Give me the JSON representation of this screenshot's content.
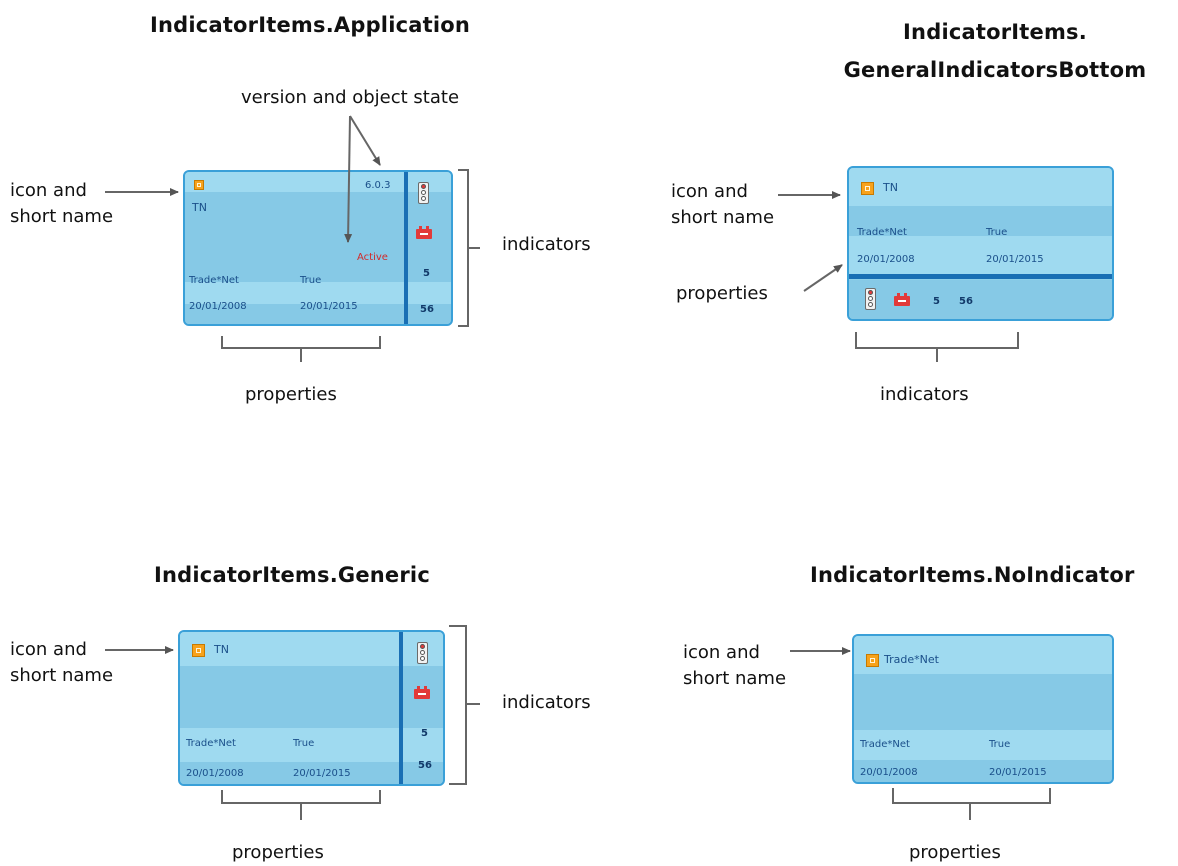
{
  "titles": {
    "application": "IndicatorItems.Application",
    "bottom_line1": "IndicatorItems.",
    "bottom_line2": "GeneralIndicatorsBottom",
    "generic": "IndicatorItems.Generic",
    "noindicator": "IndicatorItems.NoIndicator"
  },
  "annotations": {
    "version_state": "version and object state",
    "icon_line1": "icon and",
    "icon_line2": "short name",
    "indicators": "indicators",
    "properties": "properties"
  },
  "cards": {
    "application": {
      "short_name": "TN",
      "version": "6.0.3",
      "state": "Active",
      "prop1_name": "Trade*Net",
      "prop1_value": "20/01/2008",
      "prop2_name": "True",
      "prop2_value": "20/01/2015",
      "ind_num1": "5",
      "ind_num2": "56"
    },
    "bottom": {
      "short_name": "TN",
      "prop1_name": "Trade*Net",
      "prop1_value": "20/01/2008",
      "prop2_name": "True",
      "prop2_value": "20/01/2015",
      "ind_num1": "5",
      "ind_num2": "56"
    },
    "generic": {
      "short_name": "TN",
      "prop1_name": "Trade*Net",
      "prop1_value": "20/01/2008",
      "prop2_name": "True",
      "prop2_value": "20/01/2015",
      "ind_num1": "5",
      "ind_num2": "56"
    },
    "noindicator": {
      "short_name": "Trade*Net",
      "prop1_name": "Trade*Net",
      "prop1_value": "20/01/2008",
      "prop2_name": "True",
      "prop2_value": "20/01/2015"
    }
  },
  "icons": {
    "object_icon": "object-type-icon",
    "traffic_light": "traffic-light-icon",
    "battery": "battery-icon"
  },
  "colors": {
    "card_border": "#3aa0d8",
    "card_fill": "#8fd0ea",
    "separator": "#1a6fb4",
    "state_text": "#d22a2a",
    "icon_orange": "#f7a21b"
  }
}
